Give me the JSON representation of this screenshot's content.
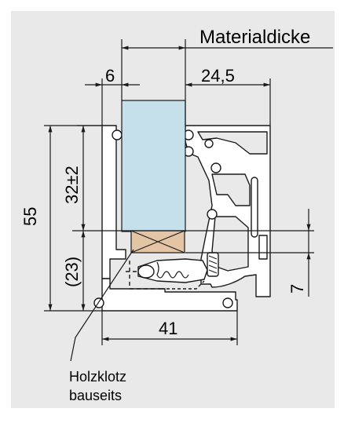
{
  "colors": {
    "background": "#e9e9e9",
    "glass": "#c5dfeb",
    "wood_block": "#e3c4a4",
    "profile_fill": "#ffffff",
    "line": "#1a1a1a"
  },
  "labels": {
    "material_thickness": "Materialdicke",
    "wood_block_line1": "Holzklotz",
    "wood_block_line2": "bauseits"
  },
  "dimensions": {
    "d_6": "6",
    "d_24_5": "24,5",
    "d_55": "55",
    "d_32": "32±2",
    "d_23": "(23)",
    "d_41": "41",
    "d_7": "7"
  }
}
